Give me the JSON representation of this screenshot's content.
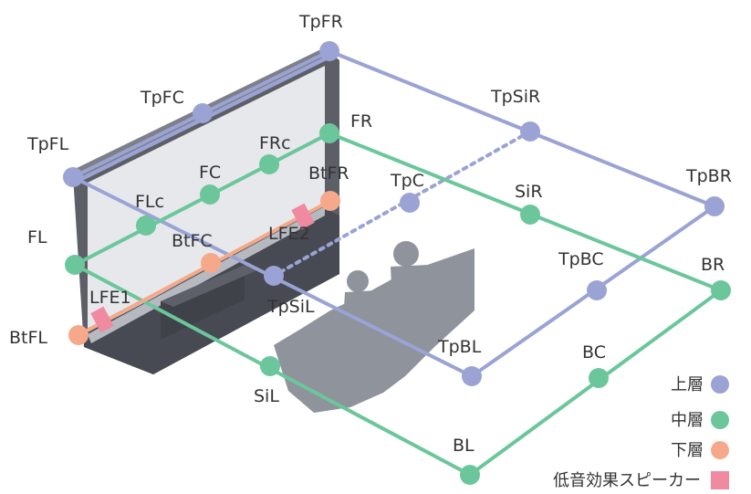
{
  "colors": {
    "upper": "#9ba3d4",
    "middle": "#6cc69b",
    "lower": "#f5a98a",
    "lfe": "#f08aa0",
    "upper_line": "#9ba3d4",
    "middle_line": "#6cc69b",
    "lower_line": "#f5a98a",
    "screen_frame": "#5d5f66",
    "screen_face": "#e6e8ec",
    "audience": "#8e939c"
  },
  "labels": {
    "TpFR": "TpFR",
    "TpFC": "TpFC",
    "TpFL": "TpFL",
    "TpSiR": "TpSiR",
    "TpC": "TpC",
    "TpBR": "TpBR",
    "TpBC": "TpBC",
    "TpSiL": "TpSiL",
    "TpBL": "TpBL",
    "FR": "FR",
    "FRc": "FRc",
    "FC": "FC",
    "FLc": "FLc",
    "FL": "FL",
    "SiR": "SiR",
    "BR": "BR",
    "BC": "BC",
    "BL": "BL",
    "SiL": "SiL",
    "BtFR": "BtFR",
    "BtFC": "BtFC",
    "BtFL": "BtFL",
    "LFE1": "LFE1",
    "LFE2": "LFE2"
  },
  "legend": {
    "upper": "上層",
    "middle": "中層",
    "lower": "下層",
    "lfe": "低音効果スピーカー"
  }
}
